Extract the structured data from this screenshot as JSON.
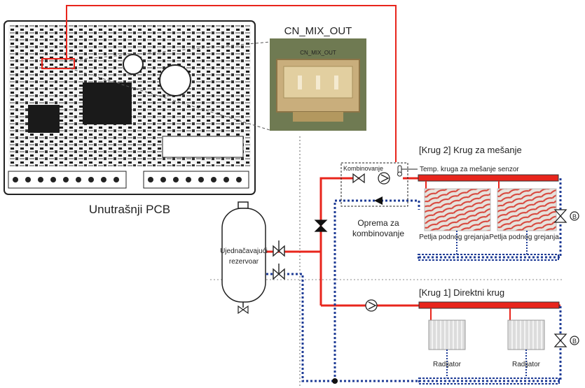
{
  "labels": {
    "pcb": "Unutrašnji PCB",
    "connector": "CN_MIX_OUT",
    "connector_photo_text": "CN_MIX_OUT",
    "kit": "Kombinovanje",
    "kit_caption_line1": "Oprema za",
    "kit_caption_line2": "kombinovanje",
    "circuit2_title": "[Krug 2] Krug za mešanje",
    "sensor": "Temp. kruga za mešanje senzor",
    "floor_loop_1": "Petlja podnog grejanja",
    "floor_loop_2": "Petlja podnog grejanja",
    "tank_line1": "Ujednačavajući",
    "tank_line2": "rezervoar",
    "circuit1_title": "[Krug 1] Direktni krug",
    "radiator_1": "Radijator",
    "radiator_2": "Radijator",
    "valve_b": "B"
  },
  "colors": {
    "supply": "#e8251c",
    "return": "#1f3c96",
    "pcb_board": "#2a2a2a",
    "connector_photo": "#6f7a52",
    "connector_body": "#c9ae7c"
  }
}
